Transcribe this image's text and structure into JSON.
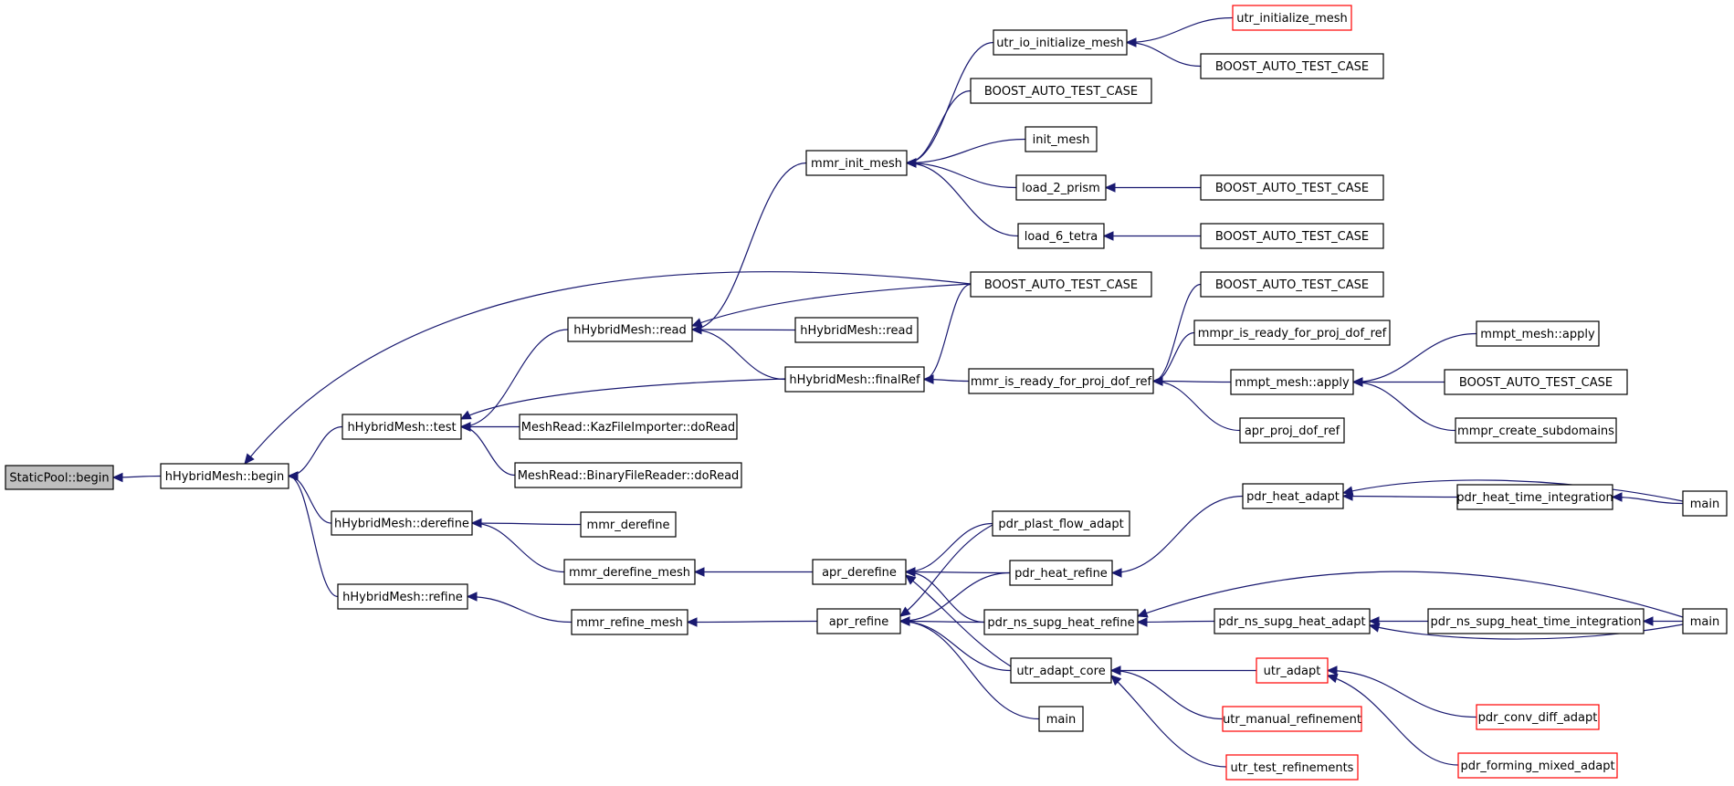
{
  "graph": {
    "colors": {
      "edge": "#191970",
      "border": "#000000",
      "external_border": "#ff0000",
      "current_fill": "#bfbfbf"
    },
    "nodes": [
      {
        "id": "n_staticpool_begin",
        "label": "StaticPool::begin",
        "kind": "current"
      },
      {
        "id": "n_hhybrid_begin",
        "label": "hHybridMesh::begin",
        "kind": "normal"
      },
      {
        "id": "n_hhybrid_test",
        "label": "hHybridMesh::test",
        "kind": "normal"
      },
      {
        "id": "n_hhybrid_derefine",
        "label": "hHybridMesh::derefine",
        "kind": "normal"
      },
      {
        "id": "n_hhybrid_refine",
        "label": "hHybridMesh::refine",
        "kind": "normal"
      },
      {
        "id": "n_hhybrid_read",
        "label": "hHybridMesh::read",
        "kind": "normal"
      },
      {
        "id": "n_meshread_kaz",
        "label": "MeshRead::KazFileImporter::doRead",
        "kind": "normal"
      },
      {
        "id": "n_meshread_binary",
        "label": "MeshRead::BinaryFileReader::doRead",
        "kind": "normal"
      },
      {
        "id": "n_mmr_derefine",
        "label": "mmr_derefine",
        "kind": "normal"
      },
      {
        "id": "n_mmr_derefine_mesh",
        "label": "mmr_derefine_mesh",
        "kind": "normal"
      },
      {
        "id": "n_mmr_refine_mesh",
        "label": "mmr_refine_mesh",
        "kind": "normal"
      },
      {
        "id": "n_mmr_init_mesh",
        "label": "mmr_init_mesh",
        "kind": "normal"
      },
      {
        "id": "n_hhybrid_read2",
        "label": "hHybridMesh::read",
        "kind": "normal"
      },
      {
        "id": "n_hhybrid_finalref",
        "label": "hHybridMesh::finalRef",
        "kind": "normal"
      },
      {
        "id": "n_apr_derefine",
        "label": "apr_derefine",
        "kind": "normal"
      },
      {
        "id": "n_apr_refine",
        "label": "apr_refine",
        "kind": "normal"
      },
      {
        "id": "n_utr_io_init",
        "label": "utr_io_initialize_mesh",
        "kind": "normal"
      },
      {
        "id": "n_boost_1",
        "label": "BOOST_AUTO_TEST_CASE",
        "kind": "normal"
      },
      {
        "id": "n_init_mesh",
        "label": "init_mesh",
        "kind": "normal"
      },
      {
        "id": "n_load_2_prism",
        "label": "load_2_prism",
        "kind": "normal"
      },
      {
        "id": "n_load_6_tetra",
        "label": "load_6_tetra",
        "kind": "normal"
      },
      {
        "id": "n_boost_2",
        "label": "BOOST_AUTO_TEST_CASE",
        "kind": "normal"
      },
      {
        "id": "n_mmr_is_ready",
        "label": "mmr_is_ready_for_proj_dof_ref",
        "kind": "normal"
      },
      {
        "id": "n_pdr_plast",
        "label": "pdr_plast_flow_adapt",
        "kind": "normal"
      },
      {
        "id": "n_pdr_heat_refine",
        "label": "pdr_heat_refine",
        "kind": "normal"
      },
      {
        "id": "n_pdr_ns_heat_refine",
        "label": "pdr_ns_supg_heat_refine",
        "kind": "normal"
      },
      {
        "id": "n_utr_adapt_core",
        "label": "utr_adapt_core",
        "kind": "normal"
      },
      {
        "id": "n_main_1",
        "label": "main",
        "kind": "normal"
      },
      {
        "id": "n_utr_initialize_mesh",
        "label": "utr_initialize_mesh",
        "kind": "external"
      },
      {
        "id": "n_boost_3",
        "label": "BOOST_AUTO_TEST_CASE",
        "kind": "normal"
      },
      {
        "id": "n_boost_4",
        "label": "BOOST_AUTO_TEST_CASE",
        "kind": "normal"
      },
      {
        "id": "n_boost_5",
        "label": "BOOST_AUTO_TEST_CASE",
        "kind": "normal"
      },
      {
        "id": "n_boost_6",
        "label": "BOOST_AUTO_TEST_CASE",
        "kind": "normal"
      },
      {
        "id": "n_mmpr_is_ready",
        "label": "mmpr_is_ready_for_proj_dof_ref",
        "kind": "normal"
      },
      {
        "id": "n_mmpt_mesh_apply_1",
        "label": "mmpt_mesh::apply",
        "kind": "normal"
      },
      {
        "id": "n_apr_proj_dof_ref",
        "label": "apr_proj_dof_ref",
        "kind": "normal"
      },
      {
        "id": "n_pdr_heat_adapt",
        "label": "pdr_heat_adapt",
        "kind": "normal"
      },
      {
        "id": "n_pdr_ns_heat_adapt",
        "label": "pdr_ns_supg_heat_adapt",
        "kind": "normal"
      },
      {
        "id": "n_utr_adapt",
        "label": "utr_adapt",
        "kind": "external"
      },
      {
        "id": "n_utr_manual",
        "label": "utr_manual_refinement",
        "kind": "external"
      },
      {
        "id": "n_utr_test_ref",
        "label": "utr_test_refinements",
        "kind": "external"
      },
      {
        "id": "n_mmpt_mesh_apply_2",
        "label": "mmpt_mesh::apply",
        "kind": "normal"
      },
      {
        "id": "n_boost_7",
        "label": "BOOST_AUTO_TEST_CASE",
        "kind": "normal"
      },
      {
        "id": "n_mmpr_create",
        "label": "mmpr_create_subdomains",
        "kind": "normal"
      },
      {
        "id": "n_pdr_heat_time",
        "label": "pdr_heat_time_integration",
        "kind": "normal"
      },
      {
        "id": "n_pdr_ns_heat_time",
        "label": "pdr_ns_supg_heat_time_integration",
        "kind": "normal"
      },
      {
        "id": "n_pdr_conv_diff",
        "label": "pdr_conv_diff_adapt",
        "kind": "external"
      },
      {
        "id": "n_pdr_forming",
        "label": "pdr_forming_mixed_adapt",
        "kind": "external"
      },
      {
        "id": "n_main_2",
        "label": "main",
        "kind": "normal"
      },
      {
        "id": "n_main_3",
        "label": "main",
        "kind": "normal"
      }
    ],
    "edges": [
      [
        "n_hhybrid_begin",
        "n_staticpool_begin"
      ],
      [
        "n_hhybrid_test",
        "n_hhybrid_begin"
      ],
      [
        "n_hhybrid_derefine",
        "n_hhybrid_begin"
      ],
      [
        "n_hhybrid_refine",
        "n_hhybrid_begin"
      ],
      [
        "n_boost_2",
        "n_hhybrid_begin"
      ],
      [
        "n_hhybrid_read",
        "n_hhybrid_test"
      ],
      [
        "n_hhybrid_finalref",
        "n_hhybrid_test"
      ],
      [
        "n_meshread_kaz",
        "n_hhybrid_test"
      ],
      [
        "n_meshread_binary",
        "n_hhybrid_test"
      ],
      [
        "n_mmr_derefine",
        "n_hhybrid_derefine"
      ],
      [
        "n_mmr_derefine_mesh",
        "n_hhybrid_derefine"
      ],
      [
        "n_mmr_refine_mesh",
        "n_hhybrid_refine"
      ],
      [
        "n_mmr_init_mesh",
        "n_hhybrid_read"
      ],
      [
        "n_boost_2",
        "n_hhybrid_read"
      ],
      [
        "n_hhybrid_read2",
        "n_hhybrid_read"
      ],
      [
        "n_hhybrid_finalref",
        "n_hhybrid_read"
      ],
      [
        "n_apr_derefine",
        "n_mmr_derefine_mesh"
      ],
      [
        "n_apr_refine",
        "n_mmr_refine_mesh"
      ],
      [
        "n_utr_io_init",
        "n_mmr_init_mesh"
      ],
      [
        "n_boost_1",
        "n_mmr_init_mesh"
      ],
      [
        "n_init_mesh",
        "n_mmr_init_mesh"
      ],
      [
        "n_load_2_prism",
        "n_mmr_init_mesh"
      ],
      [
        "n_load_6_tetra",
        "n_mmr_init_mesh"
      ],
      [
        "n_boost_2",
        "n_hhybrid_finalref"
      ],
      [
        "n_mmr_is_ready",
        "n_hhybrid_finalref"
      ],
      [
        "n_pdr_plast",
        "n_apr_derefine"
      ],
      [
        "n_pdr_heat_refine",
        "n_apr_derefine"
      ],
      [
        "n_pdr_ns_heat_refine",
        "n_apr_derefine"
      ],
      [
        "n_utr_adapt_core",
        "n_apr_derefine"
      ],
      [
        "n_pdr_plast",
        "n_apr_refine"
      ],
      [
        "n_pdr_heat_refine",
        "n_apr_refine"
      ],
      [
        "n_pdr_ns_heat_refine",
        "n_apr_refine"
      ],
      [
        "n_utr_adapt_core",
        "n_apr_refine"
      ],
      [
        "n_main_1",
        "n_apr_refine"
      ],
      [
        "n_utr_initialize_mesh",
        "n_utr_io_init"
      ],
      [
        "n_boost_3",
        "n_utr_io_init"
      ],
      [
        "n_boost_4",
        "n_load_2_prism"
      ],
      [
        "n_boost_5",
        "n_load_6_tetra"
      ],
      [
        "n_boost_6",
        "n_mmr_is_ready"
      ],
      [
        "n_mmpr_is_ready",
        "n_mmr_is_ready"
      ],
      [
        "n_mmpt_mesh_apply_1",
        "n_mmr_is_ready"
      ],
      [
        "n_apr_proj_dof_ref",
        "n_mmr_is_ready"
      ],
      [
        "n_pdr_heat_adapt",
        "n_pdr_heat_refine"
      ],
      [
        "n_pdr_ns_heat_adapt",
        "n_pdr_ns_heat_refine"
      ],
      [
        "n_main_3",
        "n_pdr_ns_heat_refine"
      ],
      [
        "n_utr_adapt",
        "n_utr_adapt_core"
      ],
      [
        "n_utr_manual",
        "n_utr_adapt_core"
      ],
      [
        "n_utr_test_ref",
        "n_utr_adapt_core"
      ],
      [
        "n_mmpt_mesh_apply_2",
        "n_mmpt_mesh_apply_1"
      ],
      [
        "n_boost_7",
        "n_mmpt_mesh_apply_1"
      ],
      [
        "n_mmpr_create",
        "n_mmpt_mesh_apply_1"
      ],
      [
        "n_pdr_heat_time",
        "n_pdr_heat_adapt"
      ],
      [
        "n_main_2",
        "n_pdr_heat_adapt"
      ],
      [
        "n_pdr_ns_heat_time",
        "n_pdr_ns_heat_adapt"
      ],
      [
        "n_main_3",
        "n_pdr_ns_heat_adapt"
      ],
      [
        "n_pdr_conv_diff",
        "n_utr_adapt"
      ],
      [
        "n_pdr_forming",
        "n_utr_adapt"
      ],
      [
        "n_main_2",
        "n_pdr_heat_time"
      ],
      [
        "n_main_3",
        "n_pdr_ns_heat_time"
      ]
    ]
  }
}
